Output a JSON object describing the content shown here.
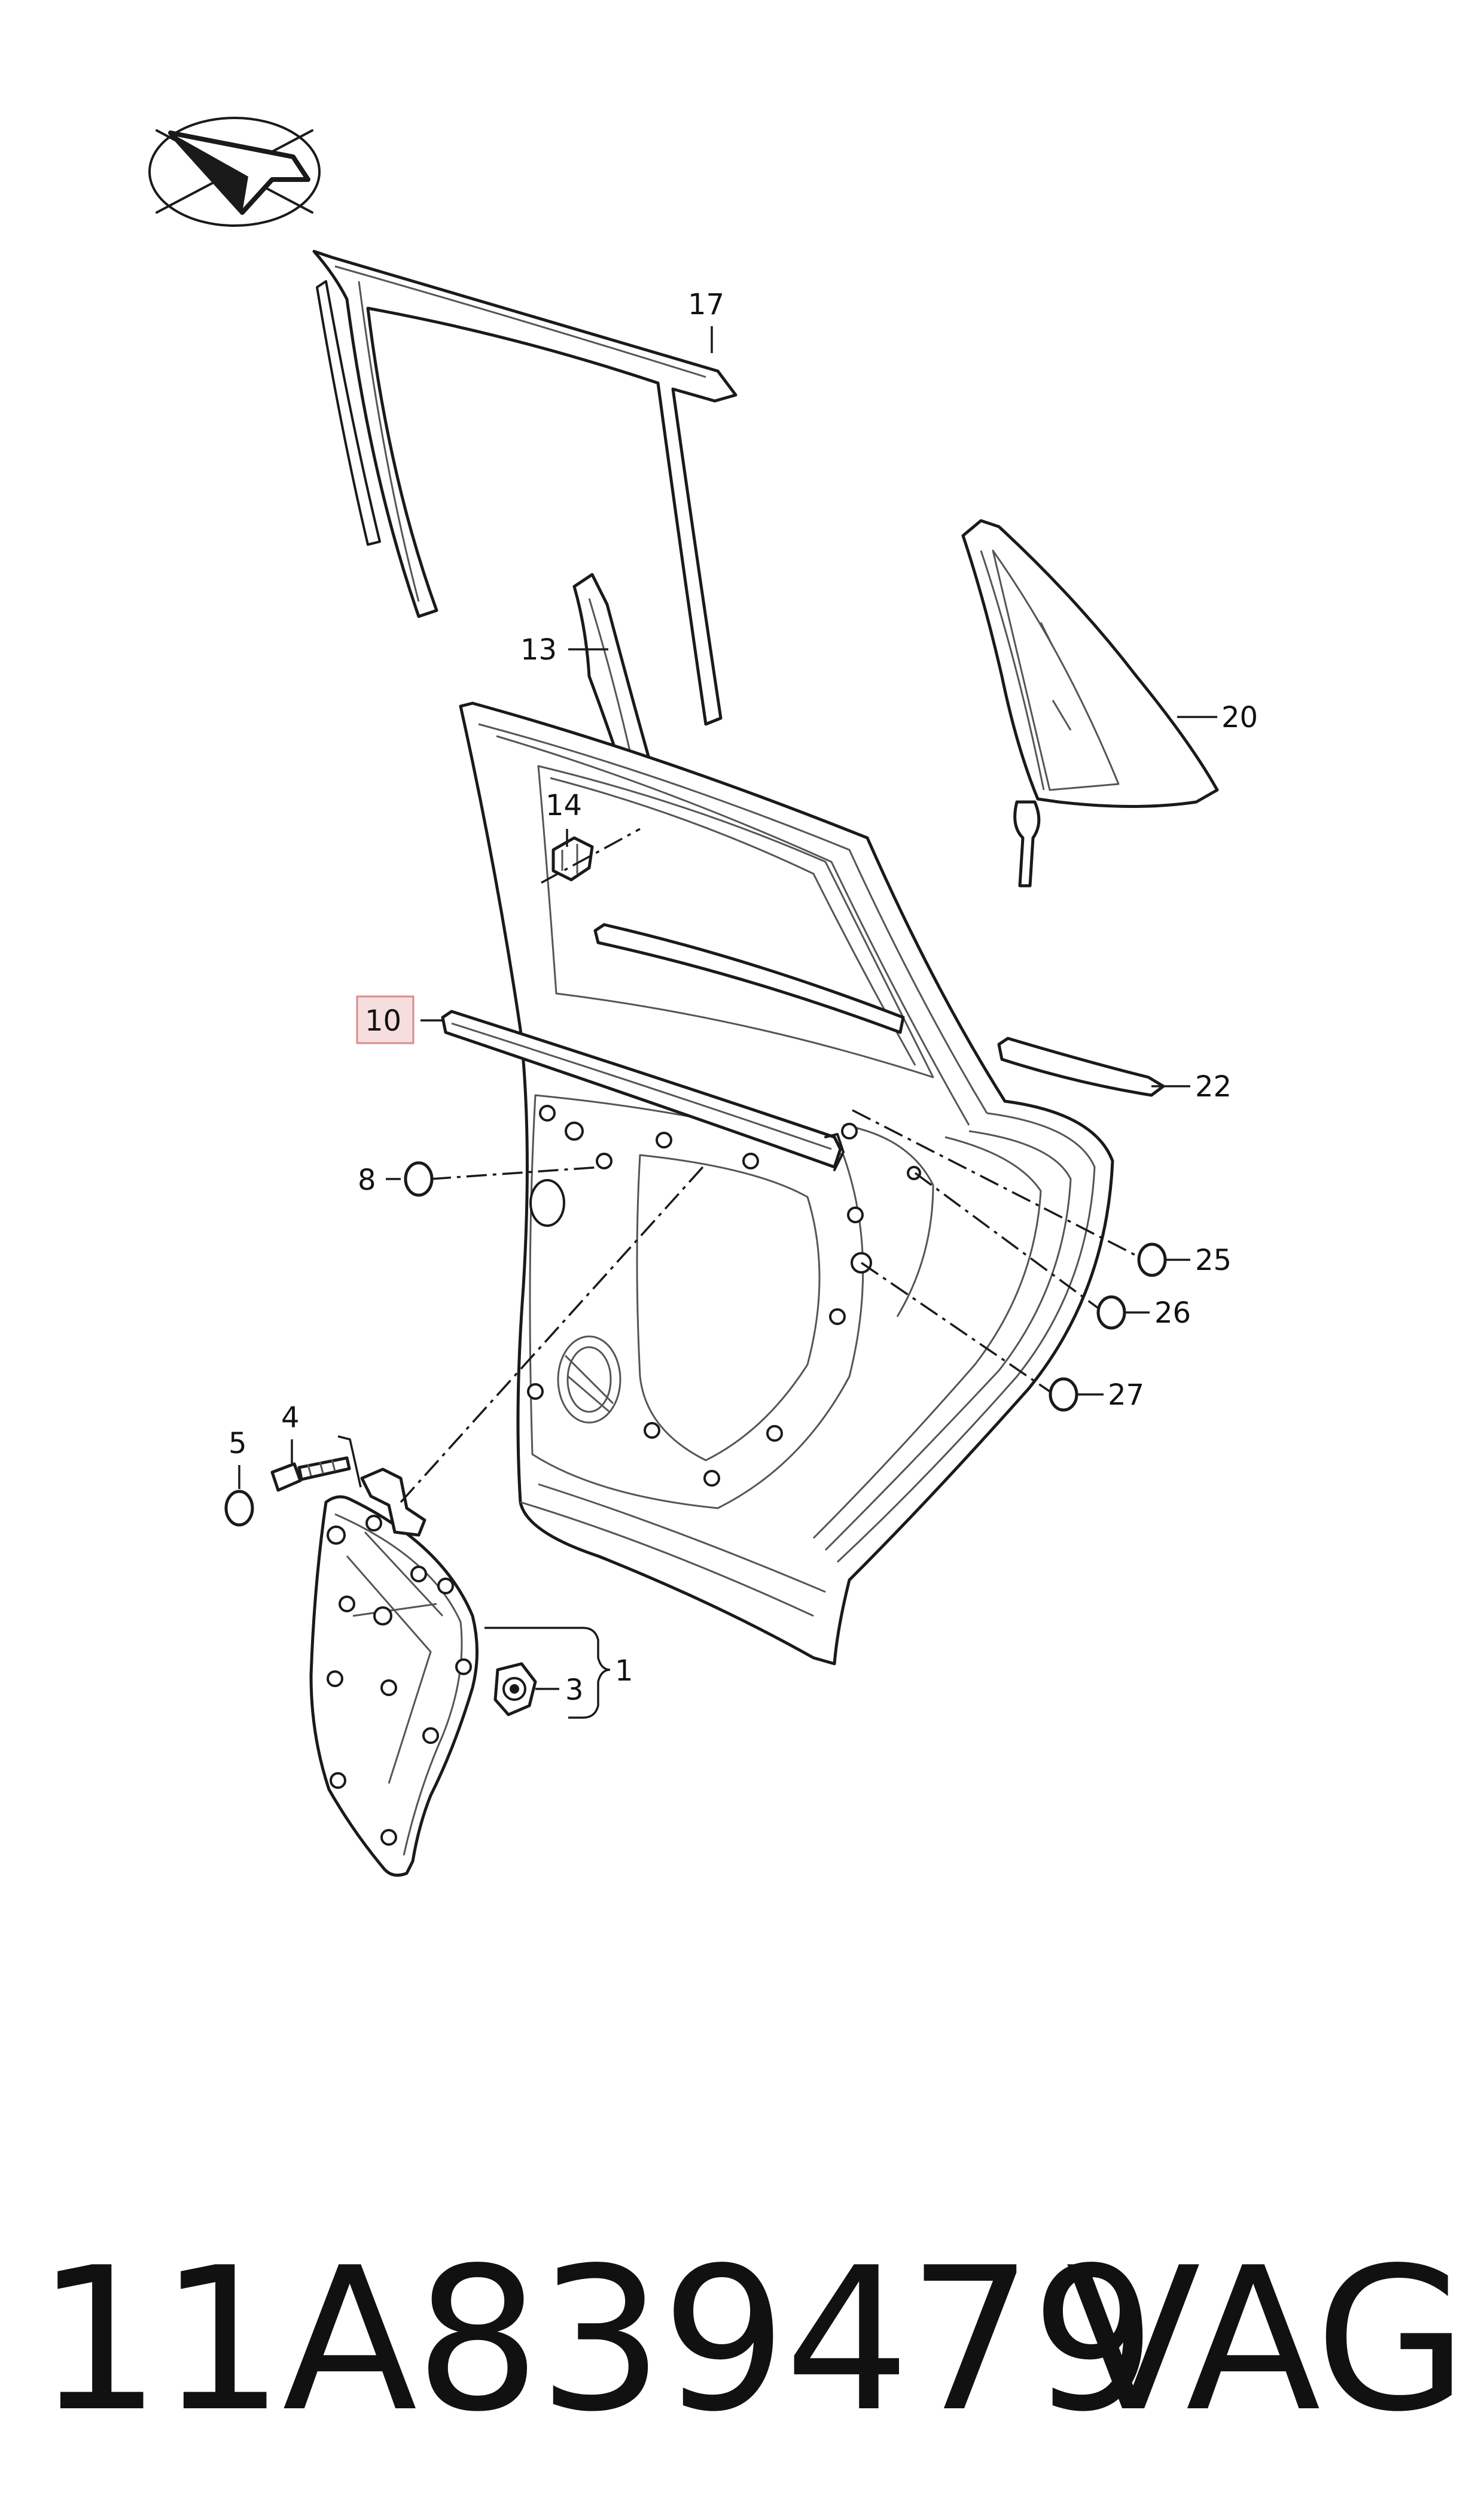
{
  "diagram": {
    "callouts": {
      "c1": "1",
      "c3": "3",
      "c4": "4",
      "c5": "5",
      "c8": "8",
      "c10": "10",
      "c13": "13",
      "c14": "14",
      "c17": "17",
      "c20": "20",
      "c22": "22",
      "c25": "25",
      "c26": "26",
      "c27": "27"
    },
    "highlighted_callout": "10",
    "highlight_color": "#f6dede"
  },
  "footer": {
    "part_number": "11A839479",
    "brand": "VAG"
  }
}
